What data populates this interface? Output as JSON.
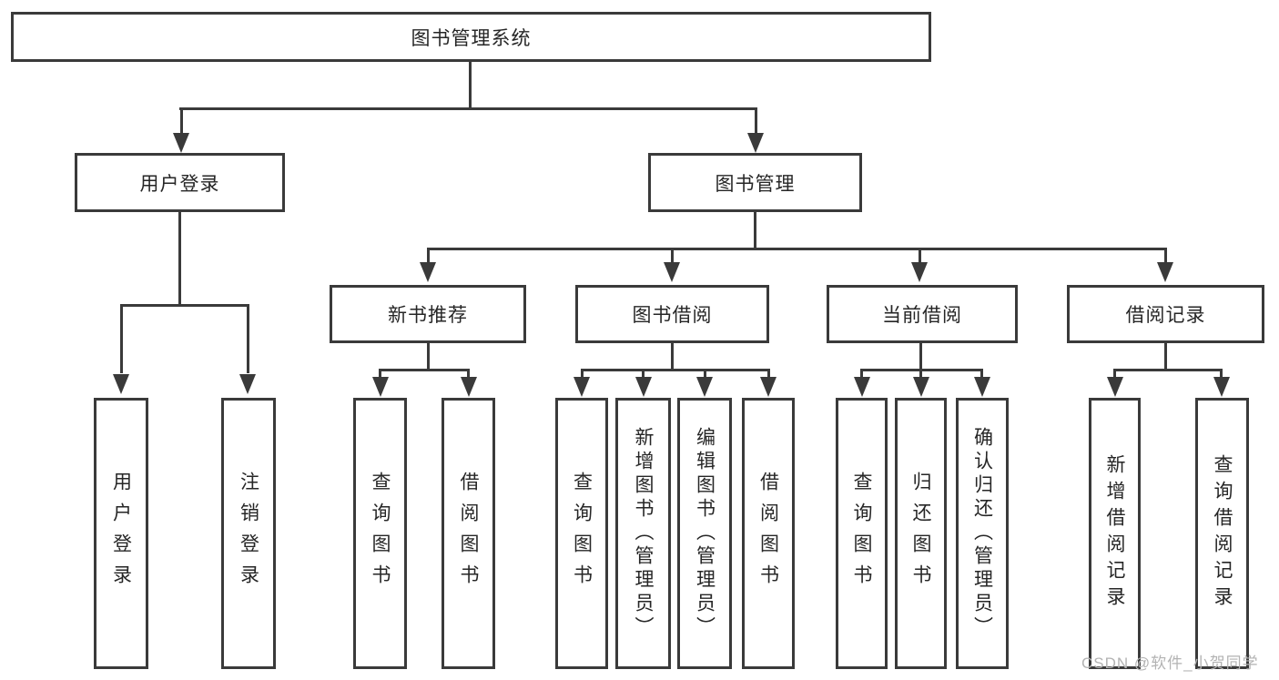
{
  "tree": {
    "root": {
      "label": "图书管理系统",
      "children": [
        {
          "label": "用户登录",
          "children": [
            {
              "label": "用户登录"
            },
            {
              "label": "注销登录"
            }
          ]
        },
        {
          "label": "图书管理",
          "children": [
            {
              "label": "新书推荐",
              "children": [
                {
                  "label": "查询图书"
                },
                {
                  "label": "借阅图书"
                }
              ]
            },
            {
              "label": "图书借阅",
              "children": [
                {
                  "label": "查询图书"
                },
                {
                  "label": "新增图书（管理员）"
                },
                {
                  "label": "编辑图书（管理员）"
                },
                {
                  "label": "借阅图书"
                }
              ]
            },
            {
              "label": "当前借阅",
              "children": [
                {
                  "label": "查询图书"
                },
                {
                  "label": "归还图书"
                },
                {
                  "label": "确认归还（管理员）"
                }
              ]
            },
            {
              "label": "借阅记录",
              "children": [
                {
                  "label": "新增借阅记录"
                },
                {
                  "label": "查询借阅记录"
                }
              ]
            }
          ]
        }
      ]
    }
  },
  "watermark": {
    "text": "CSDN @软件_小贺同学"
  },
  "colors": {
    "line": "#3a3a3a",
    "text": "#262626",
    "background": "#ffffff",
    "watermark": "#b3b3b3"
  }
}
